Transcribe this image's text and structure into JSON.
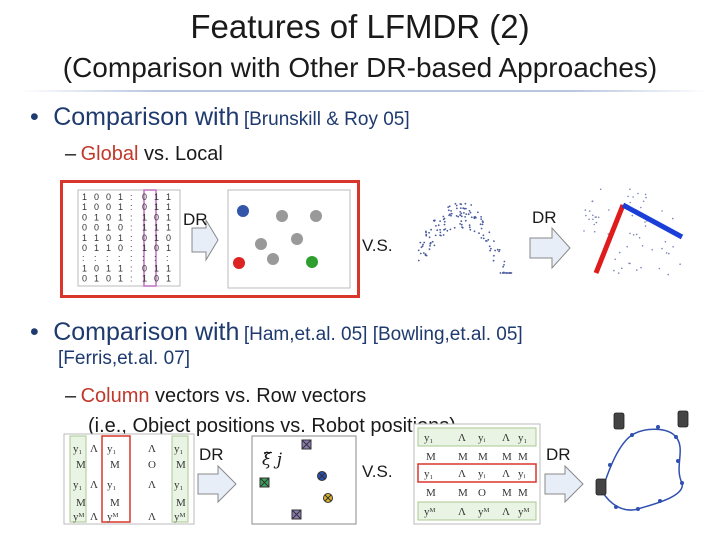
{
  "title": "Features of LFMDR (2)",
  "subtitle": "(Comparison with Other DR-based Approaches)",
  "bullet1": {
    "dot": "•",
    "text": "Comparison with",
    "ref": "[Brunskill & Roy 05]",
    "sub_dash": "–",
    "sub_global": "Global",
    "sub_rest": " vs. Local"
  },
  "bullet2": {
    "dot": "•",
    "text": "Comparison with",
    "ref1": "[Ham,et.al. 05] [Bowling,et.al. 05]",
    "ref2": "[Ferris,et.al. 07]",
    "sub_dash": "–",
    "sub_column": "Column",
    "sub_rest": " vectors vs. Row vectors",
    "sub2": "(i.e., Object positions vs. Robot positions)"
  },
  "labels": {
    "dr": "DR",
    "vs": "V.S."
  },
  "binary_matrix": [
    [
      "1",
      "0",
      "0",
      "1",
      ":",
      "0",
      "1",
      "1"
    ],
    [
      "1",
      "0",
      "0",
      "1",
      ":",
      "0",
      "1",
      "1"
    ],
    [
      "0",
      "1",
      "0",
      "1",
      ":",
      "1",
      "0",
      "1"
    ],
    [
      "0",
      "0",
      "1",
      "0",
      ":",
      "1",
      "1",
      "1"
    ],
    [
      "1",
      "1",
      "0",
      "1",
      ":",
      "0",
      "1",
      "0"
    ],
    [
      "0",
      "1",
      "1",
      "0",
      ":",
      "1",
      "0",
      "1"
    ],
    [
      ":",
      ":",
      ":",
      ":",
      ":",
      ":",
      ":",
      ":"
    ],
    [
      "1",
      "0",
      "1",
      "1",
      ":",
      "0",
      "1",
      "1"
    ],
    [
      "0",
      "1",
      "0",
      "1",
      ":",
      "1",
      "0",
      "1"
    ]
  ],
  "colors": {
    "frame_red": "#d9362b",
    "line_blue": "#1a3fd9",
    "line_red": "#e01b1b",
    "accent_green": "#2e9e2e"
  },
  "xi_symbol": "ξ̃ j"
}
